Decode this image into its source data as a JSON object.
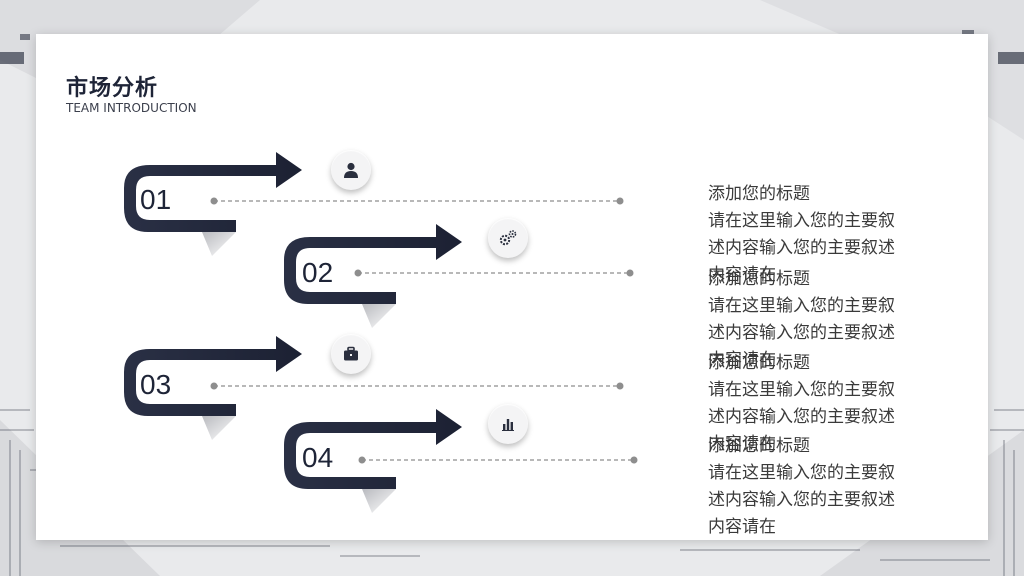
{
  "header": {
    "title": "市场分析",
    "subtitle": "TEAM INTRODUCTION"
  },
  "colors": {
    "accent": "#1e2437",
    "dot": "#8e8e8e"
  },
  "steps": [
    {
      "number": "01",
      "icon": "user-icon",
      "title": "添加您的标题",
      "body": "请在这里输入您的主要叙述内容输入您的主要叙述内容请在"
    },
    {
      "number": "02",
      "icon": "gears-icon",
      "title": "添加您的标题",
      "body": "请在这里输入您的主要叙述内容输入您的主要叙述内容请在"
    },
    {
      "number": "03",
      "icon": "briefcase-icon",
      "title": "添加您的标题",
      "body": "请在这里输入您的主要叙述内容输入您的主要叙述内容请在"
    },
    {
      "number": "04",
      "icon": "bar-chart-icon",
      "title": "添加您的标题",
      "body": "请在这里输入您的主要叙述内容输入您的主要叙述内容请在"
    }
  ]
}
